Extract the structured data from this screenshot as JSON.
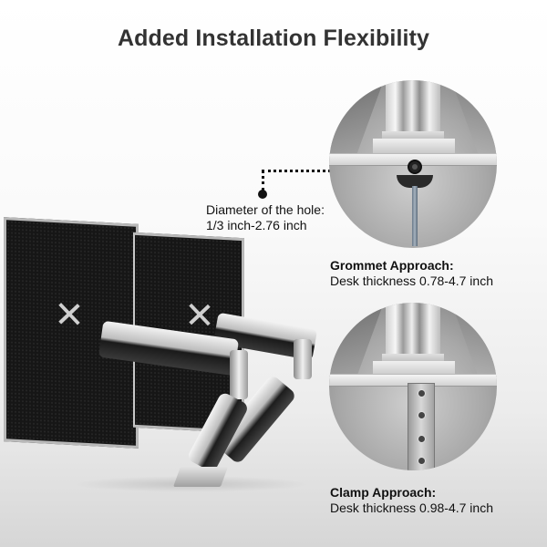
{
  "title": "Added Installation Flexibility",
  "hole_diameter": {
    "label": "Diameter of the hole:",
    "value": "1/3 inch-2.76 inch"
  },
  "grommet": {
    "heading": "Grommet Approach:",
    "detail": "Desk thickness 0.78-4.7 inch"
  },
  "clamp": {
    "heading": "Clamp Approach:",
    "detail": "Desk thickness 0.98-4.7 inch"
  },
  "illustrations": {
    "main": "dual-monitor-arm-icon",
    "grommet_detail": "grommet-mount-icon",
    "clamp_detail": "clamp-mount-icon"
  },
  "colors": {
    "title": "#333333",
    "text": "#111111",
    "background_top": "#ffffff",
    "background_bottom": "#d6d6d6"
  }
}
